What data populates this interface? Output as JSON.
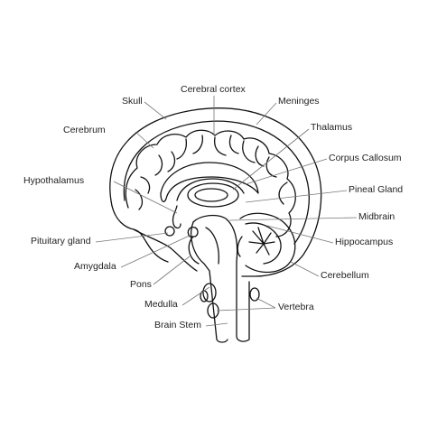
{
  "labels": {
    "skull": "Skull",
    "cerebral_cortex": "Cerebral cortex",
    "meninges": "Meninges",
    "cerebrum": "Cerebrum",
    "thalamus": "Thalamus",
    "corpus_callosum": "Corpus Callosum",
    "hypothalamus": "Hypothalamus",
    "pineal_gland": "Pineal Gland",
    "midbrain": "Midbrain",
    "pituitary_gland": "Pituitary gland",
    "hippocampus": "Hippocampus",
    "amygdala": "Amygdala",
    "cerebellum": "Cerebellum",
    "pons": "Pons",
    "medulla": "Medulla",
    "vertebra": "Vertebra",
    "brain_stem": "Brain Stem"
  },
  "colors": {
    "outline": "#111111",
    "leader": "#777777",
    "text": "#222222"
  }
}
